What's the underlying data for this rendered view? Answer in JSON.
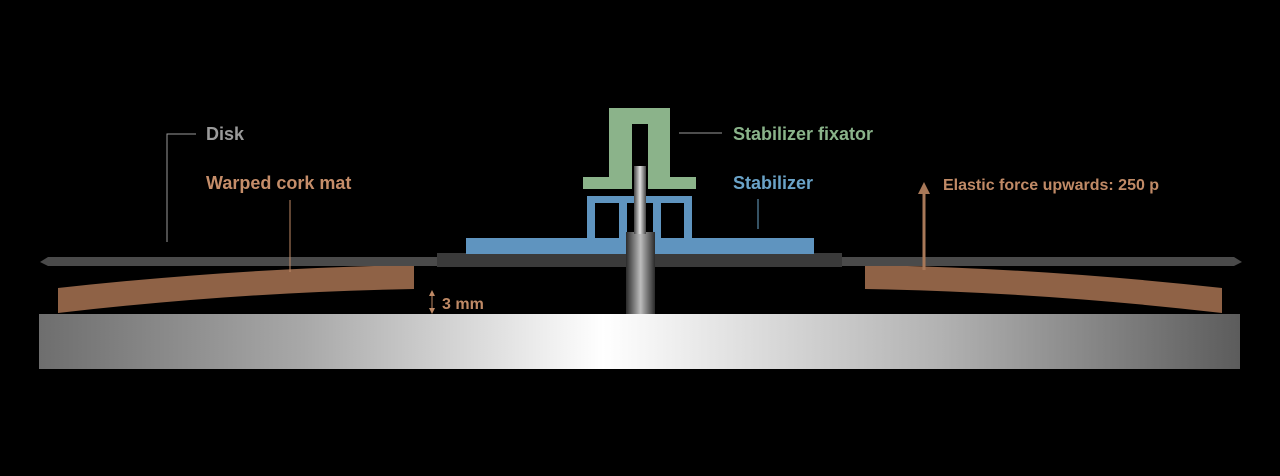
{
  "labels": {
    "disk": "Disk",
    "cork_mat": "Warped cork mat",
    "fixator": "Stabilizer fixator",
    "stabilizer": "Stabilizer",
    "force": "Elastic force upwards: 250 p",
    "gap": "3 mm"
  },
  "colors": {
    "background": "#000000",
    "disk": "#9a9a9a",
    "cork": "#c58d69",
    "fixator": "#8ab38a",
    "stabilizer": "#6aa3c8",
    "force": "#c08a66",
    "gap": "#c08a66"
  },
  "icons": {
    "force_arrow": "arrow-up-icon",
    "gap_marker": "double-arrow-vertical-icon"
  }
}
